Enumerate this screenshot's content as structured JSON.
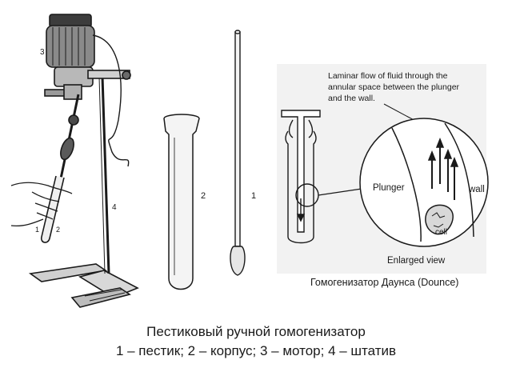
{
  "figure": {
    "numbers": {
      "n3": "3",
      "n4": "4",
      "n2_side": "2",
      "n1_side": "1",
      "n1_hand": "1",
      "n2_hand": "2"
    },
    "dounce": {
      "note_line1": "Laminar flow of fluid through the",
      "note_line2": "annular space between the plunger",
      "note_line3": "and the wall.",
      "plunger_label": "Plunger",
      "wall_label": "wall",
      "cell_label": "cell",
      "enlarged_label": "Enlarged view",
      "caption": "Гомогенизатор Даунса (Dounce)"
    }
  },
  "caption": {
    "line1": "Пестиковый ручной гомогенизатор",
    "line2": "1 – пестик; 2 – корпус; 3 – мотор; 4 – штатив"
  },
  "colors": {
    "ink": "#1a1a1a",
    "panel_bg": "#f2f2f2"
  }
}
